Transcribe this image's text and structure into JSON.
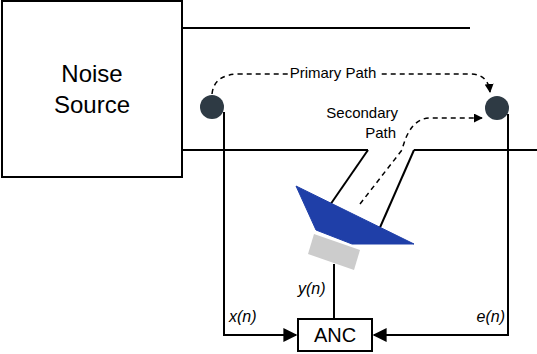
{
  "diagram": {
    "nodes": [
      {
        "text": [
          "Noise Source"
        ]
      },
      {
        "text": [
          "ANC"
        ]
      }
    ],
    "labels": [
      "Primary Path",
      "Secondary Path",
      "x(n)",
      "y(n)",
      "e(n)"
    ]
  }
}
